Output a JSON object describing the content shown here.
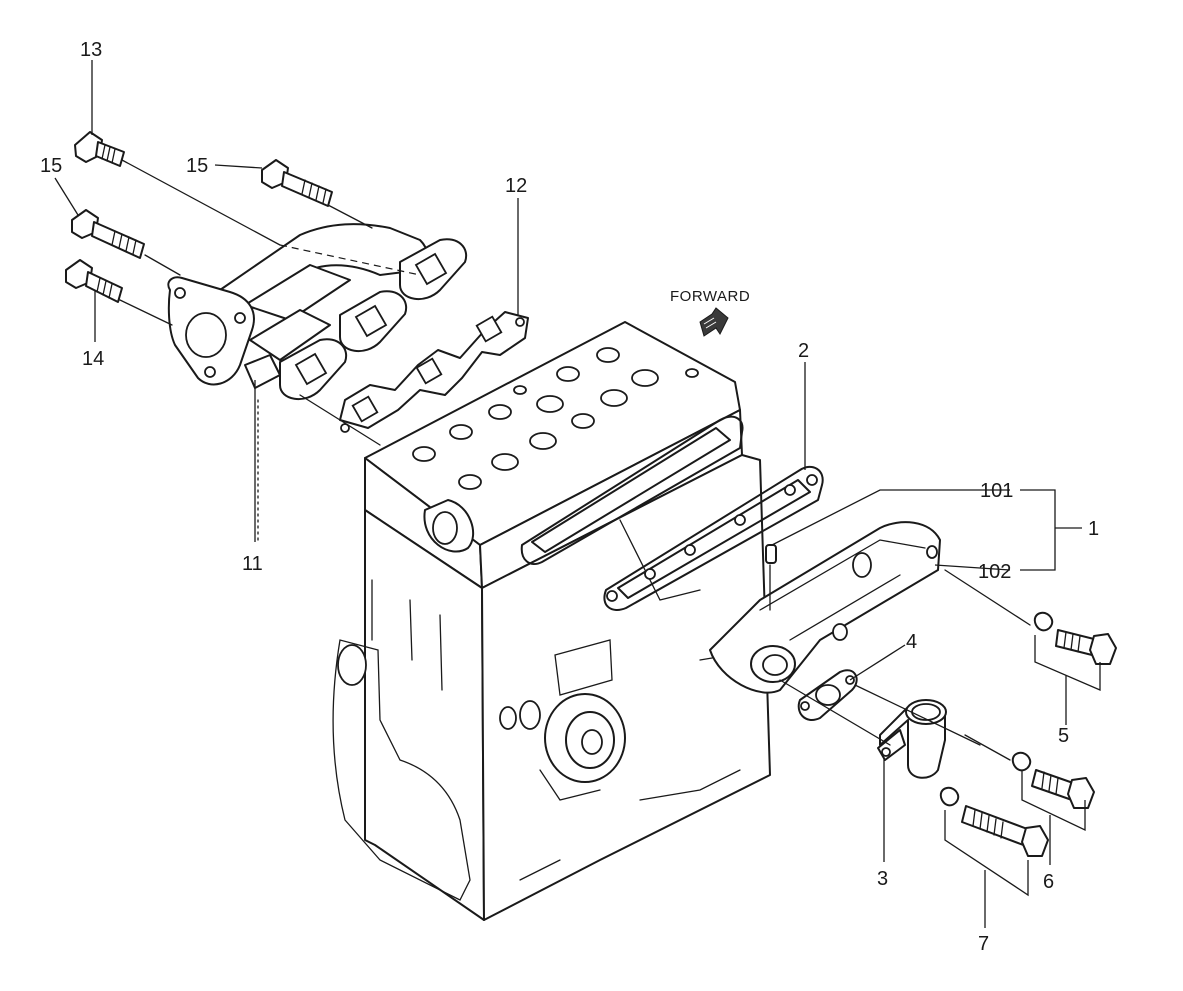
{
  "forward_label": "FORWARD",
  "callouts": [
    {
      "id": "13",
      "label": "13"
    },
    {
      "id": "15a",
      "label": "15"
    },
    {
      "id": "15b",
      "label": "15"
    },
    {
      "id": "12",
      "label": "12"
    },
    {
      "id": "14",
      "label": "14"
    },
    {
      "id": "11",
      "label": "11"
    },
    {
      "id": "2",
      "label": "2"
    },
    {
      "id": "101",
      "label": "101"
    },
    {
      "id": "1",
      "label": "1"
    },
    {
      "id": "102",
      "label": "102"
    },
    {
      "id": "4",
      "label": "4"
    },
    {
      "id": "5",
      "label": "5"
    },
    {
      "id": "3",
      "label": "3"
    },
    {
      "id": "6",
      "label": "6"
    },
    {
      "id": "7",
      "label": "7"
    }
  ]
}
